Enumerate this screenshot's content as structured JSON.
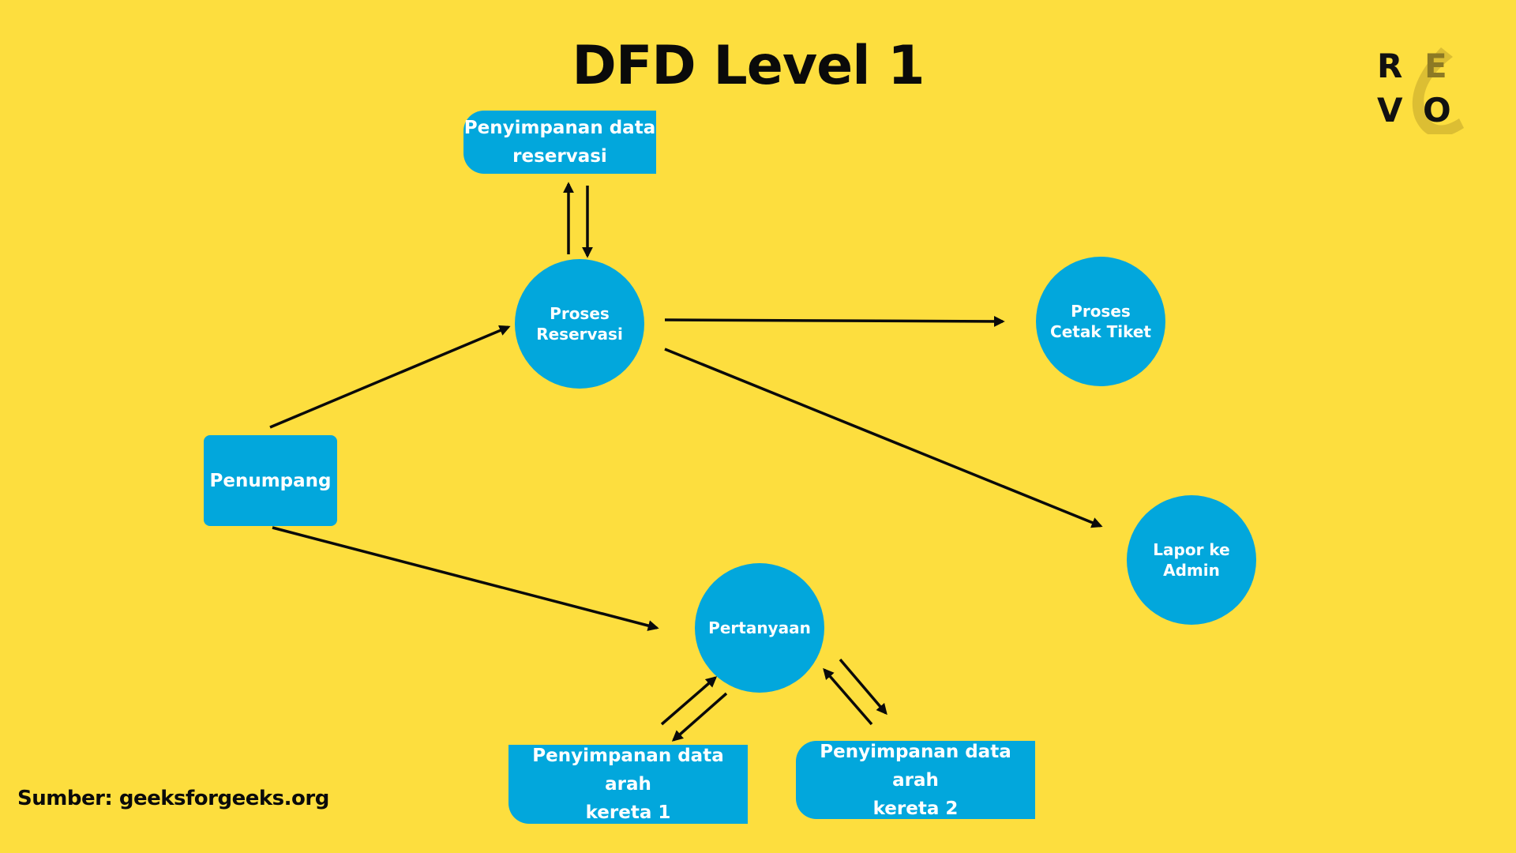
{
  "title": "DFD Level 1",
  "logo": {
    "letters": [
      "R",
      "E",
      "V",
      "O"
    ],
    "icon": "revo-logo"
  },
  "nodes": {
    "store_reservasi": {
      "type": "data-store",
      "label": "Penyimpanan data\nreservasi"
    },
    "proses_reservasi": {
      "type": "process",
      "label": "Proses\nReservasi"
    },
    "proses_cetak_tiket": {
      "type": "process",
      "label": "Proses\nCetak Tiket"
    },
    "lapor_admin": {
      "type": "process",
      "label": "Lapor ke\nAdmin"
    },
    "pertanyaan": {
      "type": "process",
      "label": "Pertanyaan"
    },
    "penumpang": {
      "type": "external-entity",
      "label": "Penumpang"
    },
    "store_kereta_1": {
      "type": "data-store",
      "label": "Penyimpanan data arah\nkereta 1"
    },
    "store_kereta_2": {
      "type": "data-store",
      "label": "Penyimpanan data arah\nkereta 2"
    }
  },
  "flows": [
    {
      "from": "penumpang",
      "to": "proses_reservasi"
    },
    {
      "from": "penumpang",
      "to": "pertanyaan"
    },
    {
      "from": "proses_reservasi",
      "to": "store_reservasi"
    },
    {
      "from": "store_reservasi",
      "to": "proses_reservasi"
    },
    {
      "from": "proses_reservasi",
      "to": "proses_cetak_tiket"
    },
    {
      "from": "proses_reservasi",
      "to": "lapor_admin"
    },
    {
      "from": "store_kereta_1",
      "to": "pertanyaan"
    },
    {
      "from": "pertanyaan",
      "to": "store_kereta_1"
    },
    {
      "from": "pertanyaan",
      "to": "store_kereta_2"
    },
    {
      "from": "store_kereta_2",
      "to": "pertanyaan"
    }
  ],
  "footer": "Sumber: geeksforgeeks.org",
  "colors": {
    "background": "#FDDE3E",
    "node": "#02A7DC",
    "text_on_node": "#FFFFFF",
    "ink": "#0A0A0A"
  }
}
